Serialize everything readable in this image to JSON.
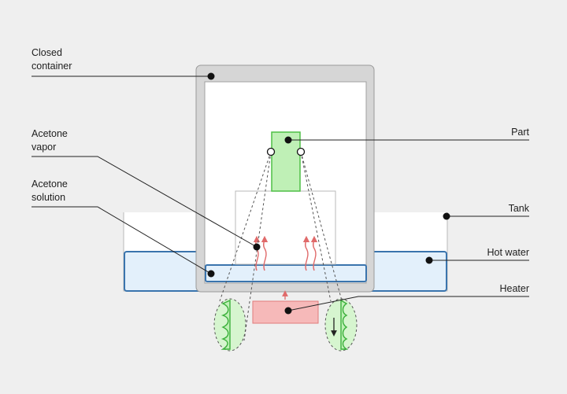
{
  "labels": {
    "closed_container": [
      "Closed",
      "container"
    ],
    "acetone_vapor": [
      "Acetone",
      "vapor"
    ],
    "acetone_solution": [
      "Acetone",
      "solution"
    ],
    "part": "Part",
    "tank": "Tank",
    "hot_water": "Hot water",
    "heater": "Heater"
  },
  "colors": {
    "background": "#efefef",
    "container_wall": "#d6d6d6",
    "container_border": "#9a9a9a",
    "water_fill": "#e3f0fb",
    "water_line": "#3a74ad",
    "part_fill": "#bff0b6",
    "part_stroke": "#4fbf46",
    "heater_fill": "#f6b9b9",
    "heater_stroke": "#e07a7a",
    "vapor": "#e06a6a"
  }
}
